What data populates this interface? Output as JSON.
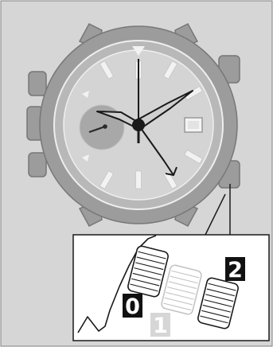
{
  "crown_positions": [
    {
      "label": "0",
      "fill": "#111111",
      "text_color": "#ffffff"
    },
    {
      "label": "1",
      "fill": "#d6d6d6",
      "text_color": "#ffffff"
    },
    {
      "label": "2",
      "fill": "#111111",
      "text_color": "#ffffff"
    }
  ],
  "colors": {
    "frame_background": "#d6d6d6",
    "case": "#9c9c9c",
    "bezel": "#b8b8b8",
    "dial": "#d4d4d4",
    "subdial": "#a8a8a8",
    "hands": "#1a1a1a",
    "index_marks": "#f2f2f2",
    "detail_background": "#ffffff"
  },
  "icons": [
    "watch-illustration",
    "crown-icon",
    "pointer-arrow"
  ]
}
